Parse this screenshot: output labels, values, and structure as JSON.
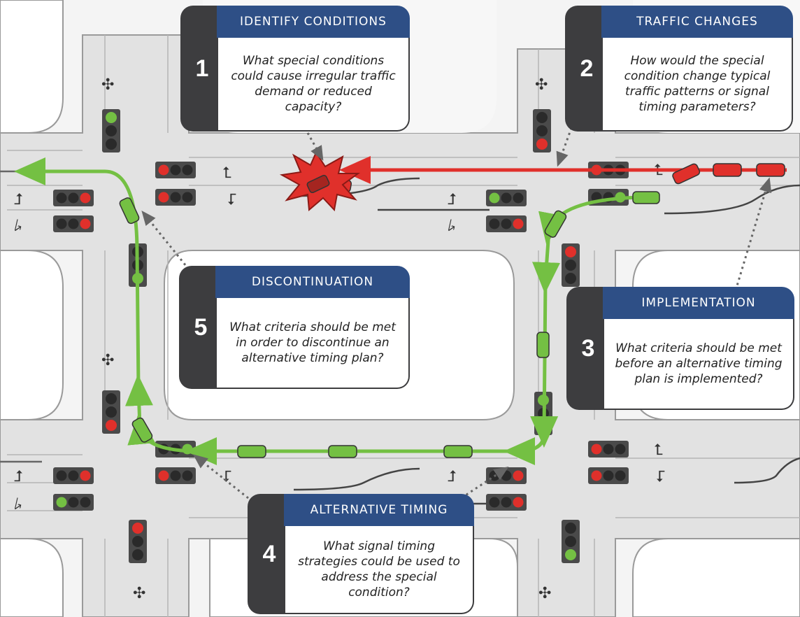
{
  "steps": [
    {
      "number": "1",
      "title": "IDENTIFY CONDITIONS",
      "question": "What special conditions could cause irregular traffic demand or reduced capacity?"
    },
    {
      "number": "2",
      "title": "TRAFFIC CHANGES",
      "question": "How would the special condition change typical traffic patterns or signal timing parameters?"
    },
    {
      "number": "3",
      "title": "IMPLEMENTATION",
      "question": "What criteria should be met before an alternative timing plan is implemented?"
    },
    {
      "number": "4",
      "title": "ALTERNATIVE TIMING",
      "question": "What signal timing strategies could be used to address the special condition?"
    },
    {
      "number": "5",
      "title": "DISCONTINUATION",
      "question": "What criteria should be met in order to discontinue an alternative timing plan?"
    }
  ],
  "colors": {
    "road": "#e6e6e6",
    "block": "#ffffff",
    "red_route": "#e0302b",
    "green_route": "#74c043",
    "card_header": "#2e4f86",
    "card_tab": "#3d3d3f"
  },
  "icons": [
    "crash-burst-icon",
    "traffic-signal-icon",
    "car-icon",
    "lane-arrow-icon"
  ]
}
